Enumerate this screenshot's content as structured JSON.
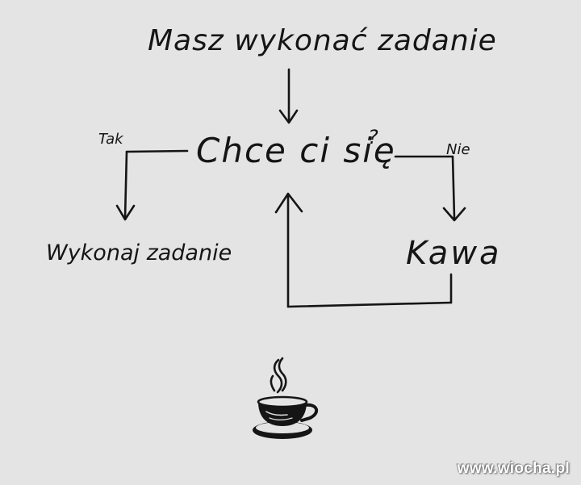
{
  "nodes": {
    "start": "Masz wykonać zadanie",
    "question": "Chce ci się",
    "question_mark": "?",
    "yes_label": "Tak",
    "no_label": "Nie",
    "do_task": "Wykonaj zadanie",
    "coffee": "Kawa"
  },
  "icons": {
    "cup": "coffee-cup-icon"
  },
  "watermark": "www.wiocha.pl",
  "colors": {
    "background": "#e4e4e4",
    "ink": "#151515"
  }
}
